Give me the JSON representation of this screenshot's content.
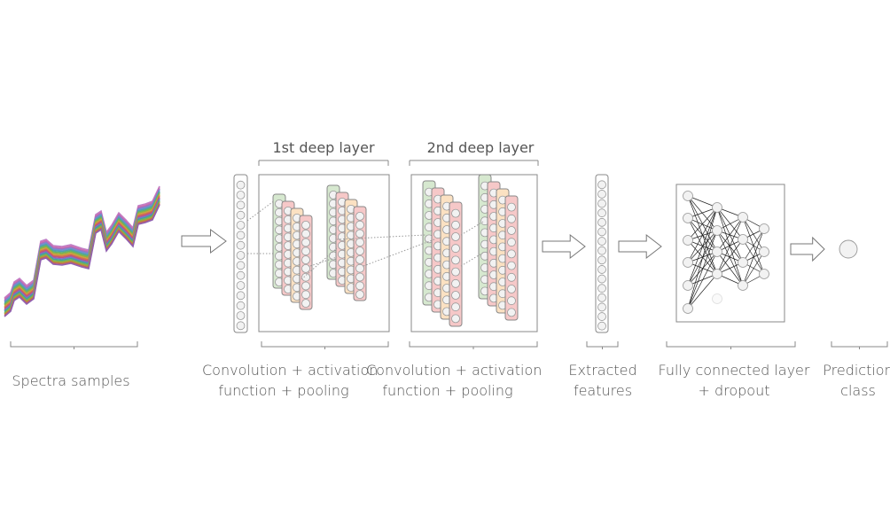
{
  "deep_layers": {
    "first": "1st deep layer",
    "second": "2nd deep layer"
  },
  "stages": {
    "spectra": "Spectra samples",
    "conv1_line1": "Convolution + activation",
    "conv1_line2": "function + pooling",
    "conv2_line1": "Convolution + activation",
    "conv2_line2": "function + pooling",
    "extracted_line1": "Extracted",
    "extracted_line2": "features",
    "fc_line1": "Fully connected layer",
    "fc_line2": "+ dropout",
    "prediction_line1": "Prediction",
    "prediction_line2": "class"
  },
  "colors": {
    "map_green": "#d6e8cf",
    "map_orange": "#fbe1c2",
    "map_red": "#f6c8c8",
    "outline": "#888888"
  }
}
